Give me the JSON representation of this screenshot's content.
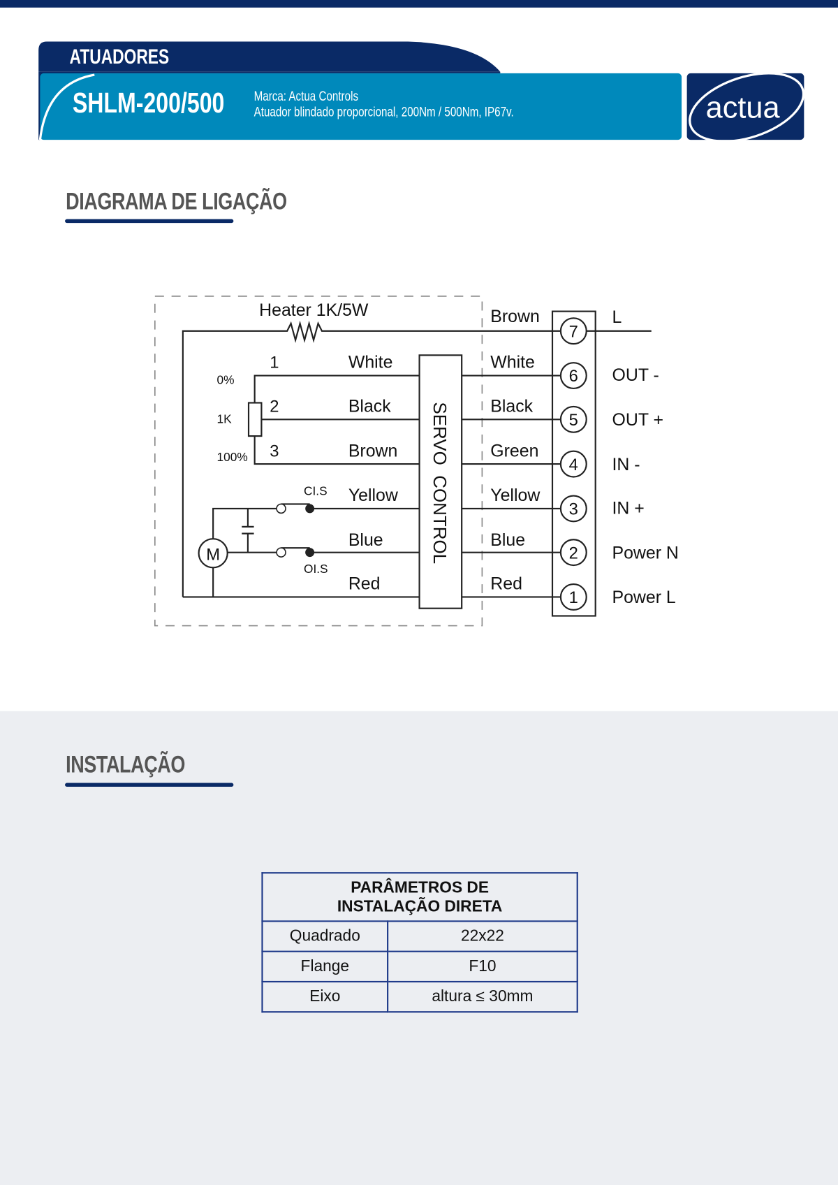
{
  "header": {
    "category": "ATUADORES",
    "model": "SHLM-200/500",
    "brand_line": "Marca: Actua Controls",
    "description": "Atuador blindado proporcional, 200Nm / 500Nm, IP67v.",
    "logo_text": "actua"
  },
  "wiring_section": {
    "title": "DIAGRAMA DE LIGAÇÃO",
    "diagram": {
      "heater_label": "Heater 1K/5W",
      "servo_label": "SERVO  CONTROL",
      "pot": {
        "pins": [
          "1",
          "2",
          "3"
        ],
        "labels": [
          "0%",
          "1K",
          "100%"
        ]
      },
      "limit_switches": {
        "closed": "CI.S",
        "open": "OI.S"
      },
      "motor_label": "M",
      "left_wires": [
        "White",
        "Black",
        "Brown",
        "Yellow",
        "Blue",
        "Red"
      ],
      "right_wires": [
        "Brown",
        "White",
        "Black",
        "Green",
        "Yellow",
        "Blue",
        "Red"
      ],
      "terminals": [
        "7",
        "6",
        "5",
        "4",
        "3",
        "2",
        "1"
      ],
      "terminal_labels": [
        "L",
        "OUT -",
        "OUT +",
        "IN -",
        "IN +",
        "Power N",
        "Power L"
      ]
    }
  },
  "install_section": {
    "title": "INSTALAÇÃO",
    "table": {
      "header": [
        "PARÂMETROS DE",
        "INSTALAÇÃO DIRETA"
      ],
      "rows": [
        {
          "label": "Quadrado",
          "value": "22x22"
        },
        {
          "label": "Flange",
          "value": "F10"
        },
        {
          "label": "Eixo",
          "value": "altura ≤ 30mm"
        }
      ]
    }
  },
  "colors": {
    "navy": "#0a2a66",
    "blue": "#0089bb",
    "gray_bg": "#eceef2"
  }
}
